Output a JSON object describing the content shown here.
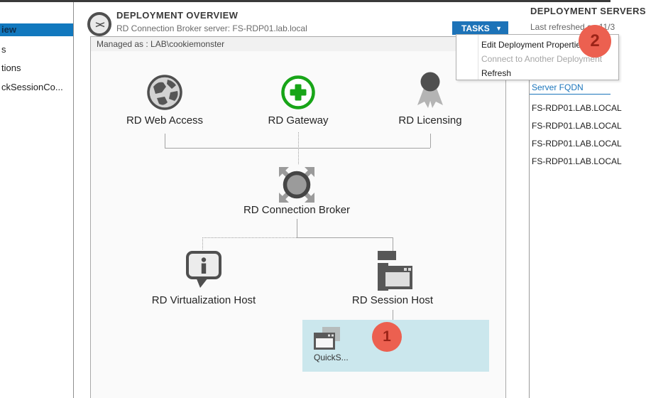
{
  "colors": {
    "accent_blue": "#1d73b8",
    "selection_blue": "#1178be",
    "badge_red": "#ec6050",
    "badge_number_red": "#9c2418",
    "tile_cyan": "#cbe7ed",
    "gateway_green": "#18a518",
    "link_blue": "#1b75bb"
  },
  "sidebar": {
    "items": [
      {
        "label": "iew",
        "selected": true
      },
      {
        "label": "s",
        "selected": false
      },
      {
        "label": "tions",
        "selected": false
      },
      {
        "label": "ckSessionCo...",
        "selected": false
      }
    ]
  },
  "header": {
    "title": "DEPLOYMENT OVERVIEW",
    "subtitle": "RD Connection Broker server: FS-RDP01.lab.local",
    "logo_glyph": "><"
  },
  "managed_bar": {
    "text": "Managed as : LAB\\cookiemonster"
  },
  "tasks": {
    "label": "TASKS",
    "caret": "▼",
    "menu": [
      {
        "label": "Edit Deployment Properties",
        "enabled": true
      },
      {
        "label": "Connect to Another Deployment",
        "enabled": false
      },
      {
        "label": "Refresh",
        "enabled": true
      }
    ]
  },
  "diagram": {
    "labels": {
      "web_access": "RD Web Access",
      "gateway": "RD Gateway",
      "licensing": "RD Licensing",
      "broker": "RD Connection Broker",
      "virtualization_host": "RD Virtualization Host",
      "session_host": "RD Session Host"
    },
    "collection_tile": {
      "label": "QuickS..."
    }
  },
  "annotations": {
    "badge_one": "1",
    "badge_two": "2"
  },
  "right_panel": {
    "title": "DEPLOYMENT SERVERS",
    "refreshed": "Last refreshed on 11/3",
    "table": {
      "header": "Server FQDN",
      "rows": [
        "FS-RDP01.LAB.LOCAL",
        "FS-RDP01.LAB.LOCAL",
        "FS-RDP01.LAB.LOCAL",
        "FS-RDP01.LAB.LOCAL"
      ]
    }
  }
}
